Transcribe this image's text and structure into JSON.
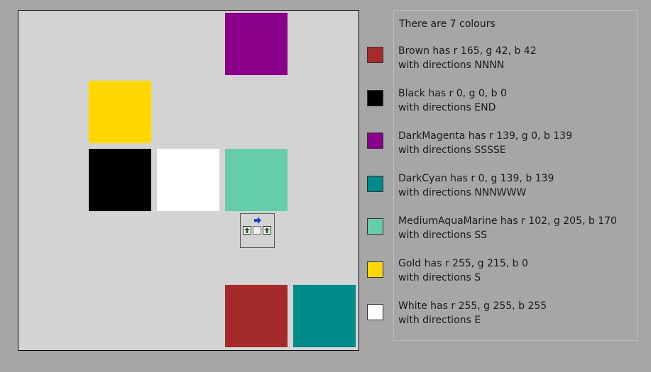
{
  "board": {
    "tiles": [
      {
        "name": "DarkMagenta",
        "color": "#8b008b"
      },
      {
        "name": "Gold",
        "color": "#ffd700"
      },
      {
        "name": "Black",
        "color": "#000000"
      },
      {
        "name": "White",
        "color": "#ffffff"
      },
      {
        "name": "MediumAquaMarine",
        "color": "#66cdaa"
      },
      {
        "name": "Brown",
        "color": "#a52a2a"
      },
      {
        "name": "DarkCyan",
        "color": "#008b8b"
      }
    ],
    "robot": {
      "heading_icon": "arrow-right-icon",
      "side_icon": "arrow-up-icon",
      "icon_colors": {
        "heading": "#1f3fd6",
        "sides": "#1f6b1f"
      }
    }
  },
  "legend": {
    "title": "There are 7 colours",
    "rows": [
      {
        "color": "#a52a2a",
        "line1": "Brown has r 165, g 42, b 42",
        "line2": "with directions NNNN"
      },
      {
        "color": "#000000",
        "line1": "Black has r 0, g 0, b 0",
        "line2": "with directions END"
      },
      {
        "color": "#8b008b",
        "line1": "DarkMagenta has r 139, g 0, b 139",
        "line2": "with directions SSSSE"
      },
      {
        "color": "#008b8b",
        "line1": "DarkCyan has r 0, g 139, b 139",
        "line2": "with directions NNNWWW"
      },
      {
        "color": "#66cdaa",
        "line1": "MediumAquaMarine has r 102, g 205, b 170",
        "line2": "with directions SS"
      },
      {
        "color": "#ffd700",
        "line1": "Gold has r 255, g 215, b 0",
        "line2": "with directions S"
      },
      {
        "color": "#ffffff",
        "line1": "White has r 255, g 255, b 255",
        "line2": "with directions E"
      }
    ]
  }
}
